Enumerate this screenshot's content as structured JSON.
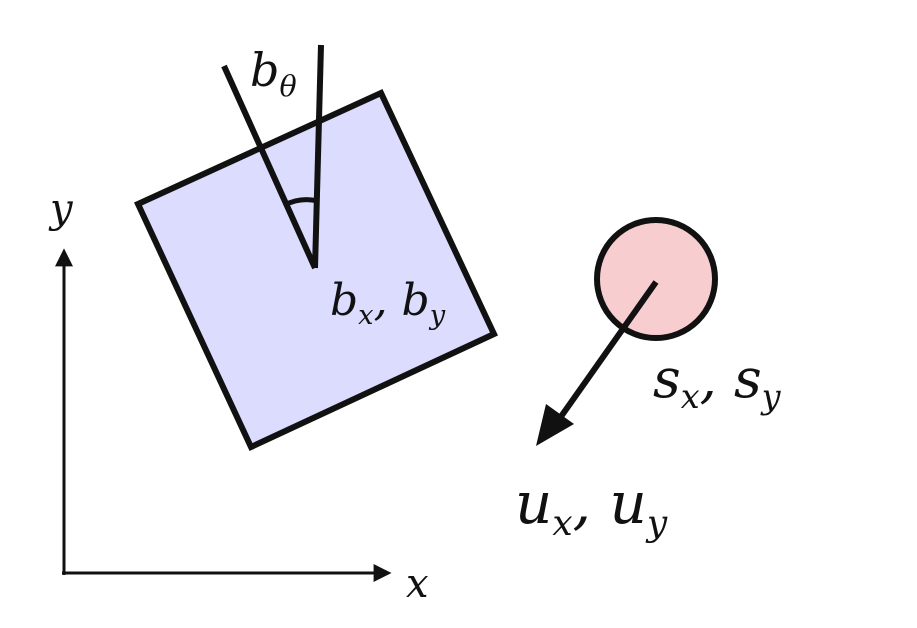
{
  "colors": {
    "block_fill": "#dcdcff",
    "circle_fill": "#f7cdd0",
    "stroke": "#111111",
    "background": "#ffffff"
  },
  "axes": {
    "x_label": "x",
    "y_label": "y"
  },
  "block": {
    "angle_label": {
      "main": "b",
      "sub": "θ"
    },
    "position_label": {
      "x_main": "b",
      "x_sub": "x",
      "sep": ", ",
      "y_main": "b",
      "y_sub": "y"
    }
  },
  "pusher": {
    "position_label": {
      "x_main": "s",
      "x_sub": "x",
      "sep": ", ",
      "y_main": "s",
      "y_sub": "y"
    },
    "velocity_label": {
      "x_main": "u",
      "x_sub": "x",
      "sep": ", ",
      "y_main": "u",
      "y_sub": "y"
    }
  }
}
